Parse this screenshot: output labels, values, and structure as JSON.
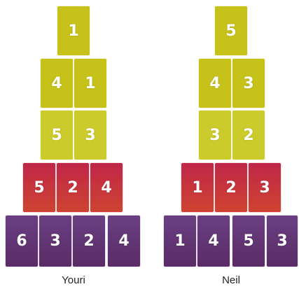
{
  "players": [
    {
      "name": "Youri",
      "rows": [
        {
          "tier": "yellow",
          "cards": [
            "1"
          ]
        },
        {
          "tier": "yellow",
          "cards": [
            "4",
            "1"
          ]
        },
        {
          "tier": "yellow",
          "cards": [
            "5",
            "3"
          ]
        },
        {
          "tier": "red",
          "cards": [
            "5",
            "2",
            "4"
          ]
        },
        {
          "tier": "purple",
          "cards": [
            "6",
            "3",
            "2",
            "4"
          ]
        }
      ]
    },
    {
      "name": "Neil",
      "rows": [
        {
          "tier": "yellow",
          "cards": [
            "5"
          ]
        },
        {
          "tier": "yellow",
          "cards": [
            "4",
            "3"
          ]
        },
        {
          "tier": "yellow",
          "cards": [
            "3",
            "2"
          ]
        },
        {
          "tier": "red",
          "cards": [
            "1",
            "2",
            "3"
          ]
        },
        {
          "tier": "purple",
          "cards": [
            "1",
            "4",
            "5",
            "3"
          ]
        }
      ]
    }
  ],
  "colors": {
    "yellow": "#c6c21a",
    "red": "#c22b45",
    "purple": "#5c2c66"
  }
}
